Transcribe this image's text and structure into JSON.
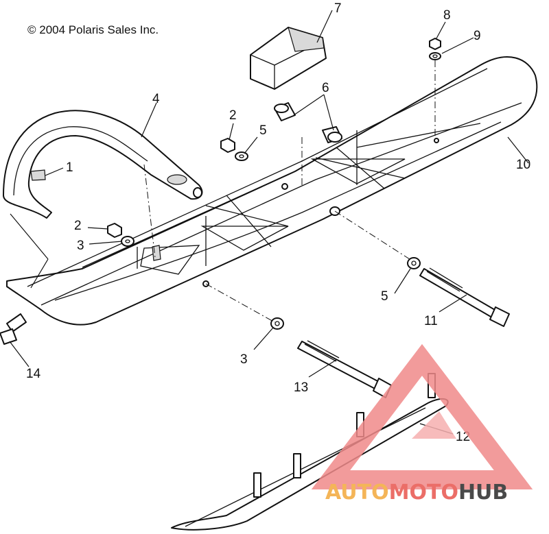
{
  "copyright": "© 2004 Polaris Sales Inc.",
  "callouts": [
    "1",
    "2",
    "2",
    "3",
    "3",
    "4",
    "5",
    "5",
    "6",
    "7",
    "8",
    "9",
    "10",
    "11",
    "12",
    "13",
    "14"
  ],
  "watermark": {
    "part1": "AUTO",
    "part2": "MOTO",
    "part3": "HUB",
    "color_primary": "#f3a93b",
    "color_secondary": "#e8554e",
    "color_dark": "#2a2a2a"
  }
}
